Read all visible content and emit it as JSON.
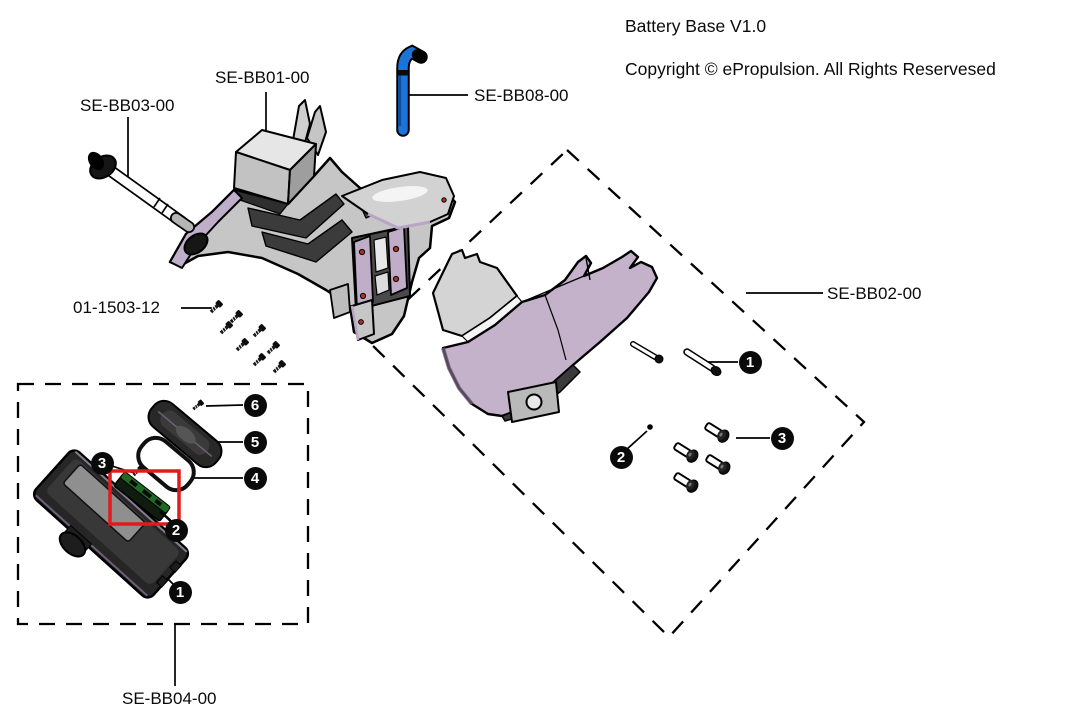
{
  "header": {
    "title": "Battery Base V1.0",
    "copyright": "Copyright © ePropulsion. All Rights Reservesed"
  },
  "labels": {
    "se_bb01": "SE-BB01-00",
    "se_bb02": "SE-BB02-00",
    "se_bb03": "SE-BB03-00",
    "se_bb04": "SE-BB04-00",
    "se_bb08": "SE-BB08-00",
    "screw_part": "01-1503-12"
  },
  "callouts": {
    "right": [
      {
        "n": "1"
      },
      {
        "n": "2"
      },
      {
        "n": "3"
      }
    ],
    "box": [
      {
        "n": "1"
      },
      {
        "n": "2"
      },
      {
        "n": "3"
      },
      {
        "n": "4"
      },
      {
        "n": "5"
      },
      {
        "n": "6"
      }
    ]
  },
  "colors": {
    "highlight_red": "#e01b1b",
    "part_lavender": "#c3b2ca",
    "part_gray": "#c9c9c9",
    "hex_key_blue": "#1c73d8",
    "line_black": "#000000"
  }
}
